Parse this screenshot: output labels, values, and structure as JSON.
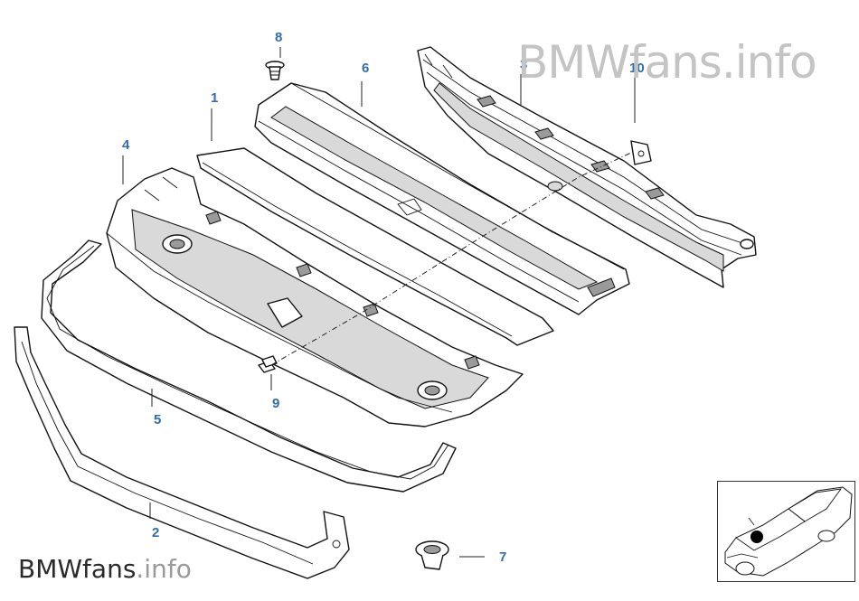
{
  "watermark": {
    "brand": "BMWfans",
    "suffix": ".info",
    "full": "BMWfans.info"
  },
  "callouts": [
    {
      "id": "8",
      "label": "8"
    },
    {
      "id": "6",
      "label": "6"
    },
    {
      "id": "3",
      "label": "3"
    },
    {
      "id": "10",
      "label": "10"
    },
    {
      "id": "1",
      "label": "1"
    },
    {
      "id": "4",
      "label": "4"
    },
    {
      "id": "9",
      "label": "9"
    },
    {
      "id": "5",
      "label": "5"
    },
    {
      "id": "2",
      "label": "2"
    },
    {
      "id": "7",
      "label": "7"
    }
  ],
  "colors": {
    "callout": "#2f6db5",
    "line": "#111111",
    "watermark": "#c4c4c4"
  },
  "thumbnail": {
    "icon": "car-location-icon"
  }
}
